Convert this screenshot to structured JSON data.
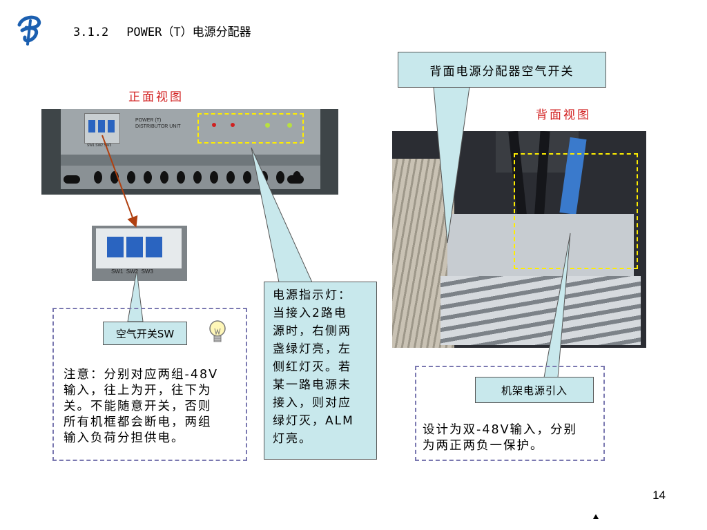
{
  "header": {
    "section_number": "3.1.2",
    "title": "POWER（T）电源分配器",
    "logo_icon": "china-telecom-logo-icon"
  },
  "front": {
    "view_label": "正面视图",
    "panel_text_line1": "POWER (T)",
    "panel_text_line2": "DISTRIBUTOR UNIT",
    "switch_labels": [
      "SW1",
      "SW2",
      "SW3"
    ]
  },
  "back": {
    "view_label": "背面视图"
  },
  "callouts": {
    "back_breaker": "背面电源分配器空气开关",
    "switch_sw": "空气开关SW",
    "indicator_lines": [
      "电源指示灯：",
      "当接入2路电",
      "源时，右侧两",
      "盏绿灯亮，左",
      "侧红灯灭。若",
      "某一路电源未",
      "接入，则对应",
      "绿灯灭，ALM",
      "灯亮。"
    ],
    "rack_power_in": "机架电源引入"
  },
  "notes": {
    "left_lines": [
      "注意：分别对应两组-48V",
      "输入，往上为开，往下为",
      "关。不能随意开关，否则",
      "所有机框都会断电，两组",
      "输入负荷分担供电。"
    ],
    "right_lines": [
      "设计为双-48V输入，分别",
      "为两正两负一保护。"
    ]
  },
  "footer": {
    "page_number": "14"
  },
  "colors": {
    "callout_fill": "#c8e8ec",
    "label_red": "#d22020",
    "highlight_yellow": "#ffee00",
    "dash_border": "#7a78b0",
    "arrow_brown": "#b04010"
  }
}
